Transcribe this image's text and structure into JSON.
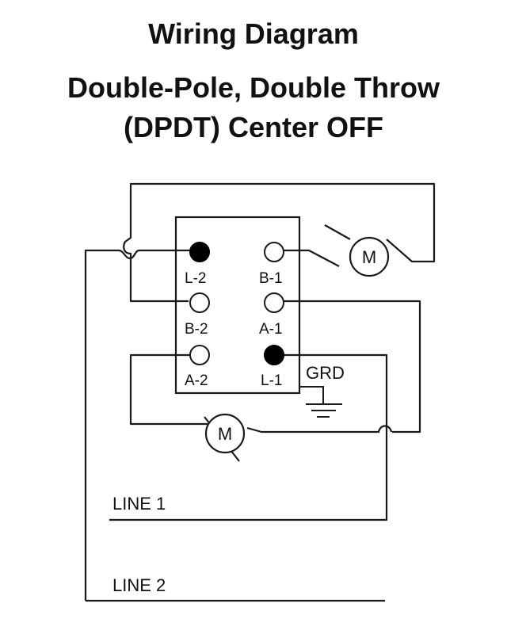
{
  "title": {
    "line1": "Wiring Diagram",
    "line2": "Double-Pole, Double Throw",
    "line3": "(DPDT) Center OFF"
  },
  "terminals": {
    "l2": "L-2",
    "b1": "B-1",
    "b2": "B-2",
    "a1": "A-1",
    "a2": "A-2",
    "l1": "L-1"
  },
  "ground_label": "GRD",
  "motor_label": "M",
  "lines": {
    "line1": "LINE 1",
    "line2": "LINE 2"
  }
}
